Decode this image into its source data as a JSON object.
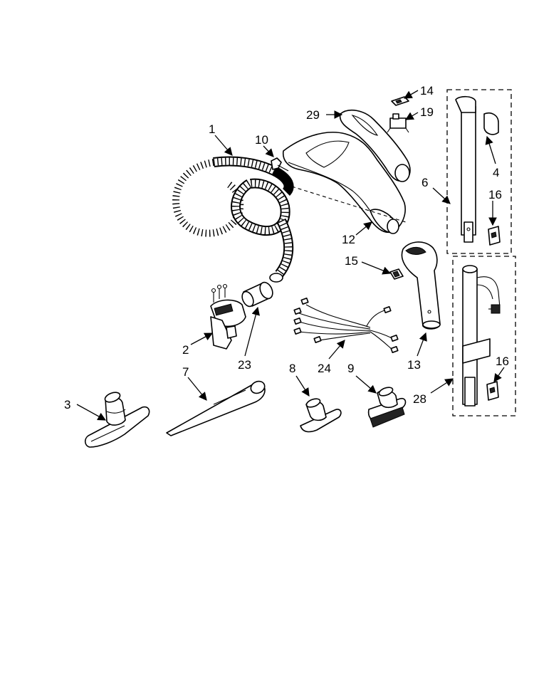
{
  "callouts": [
    {
      "id": "1",
      "text": "1"
    },
    {
      "id": "2",
      "text": "2"
    },
    {
      "id": "3",
      "text": "3"
    },
    {
      "id": "4",
      "text": "4"
    },
    {
      "id": "6",
      "text": "6"
    },
    {
      "id": "7",
      "text": "7"
    },
    {
      "id": "8",
      "text": "8"
    },
    {
      "id": "9",
      "text": "9"
    },
    {
      "id": "10",
      "text": "10"
    },
    {
      "id": "12",
      "text": "12"
    },
    {
      "id": "13",
      "text": "13"
    },
    {
      "id": "14",
      "text": "14"
    },
    {
      "id": "15",
      "text": "15"
    },
    {
      "id": "16a",
      "text": "16"
    },
    {
      "id": "16b",
      "text": "16"
    },
    {
      "id": "19",
      "text": "19"
    },
    {
      "id": "23",
      "text": "23"
    },
    {
      "id": "24",
      "text": "24"
    },
    {
      "id": "28",
      "text": "28"
    },
    {
      "id": "29",
      "text": "29"
    }
  ]
}
